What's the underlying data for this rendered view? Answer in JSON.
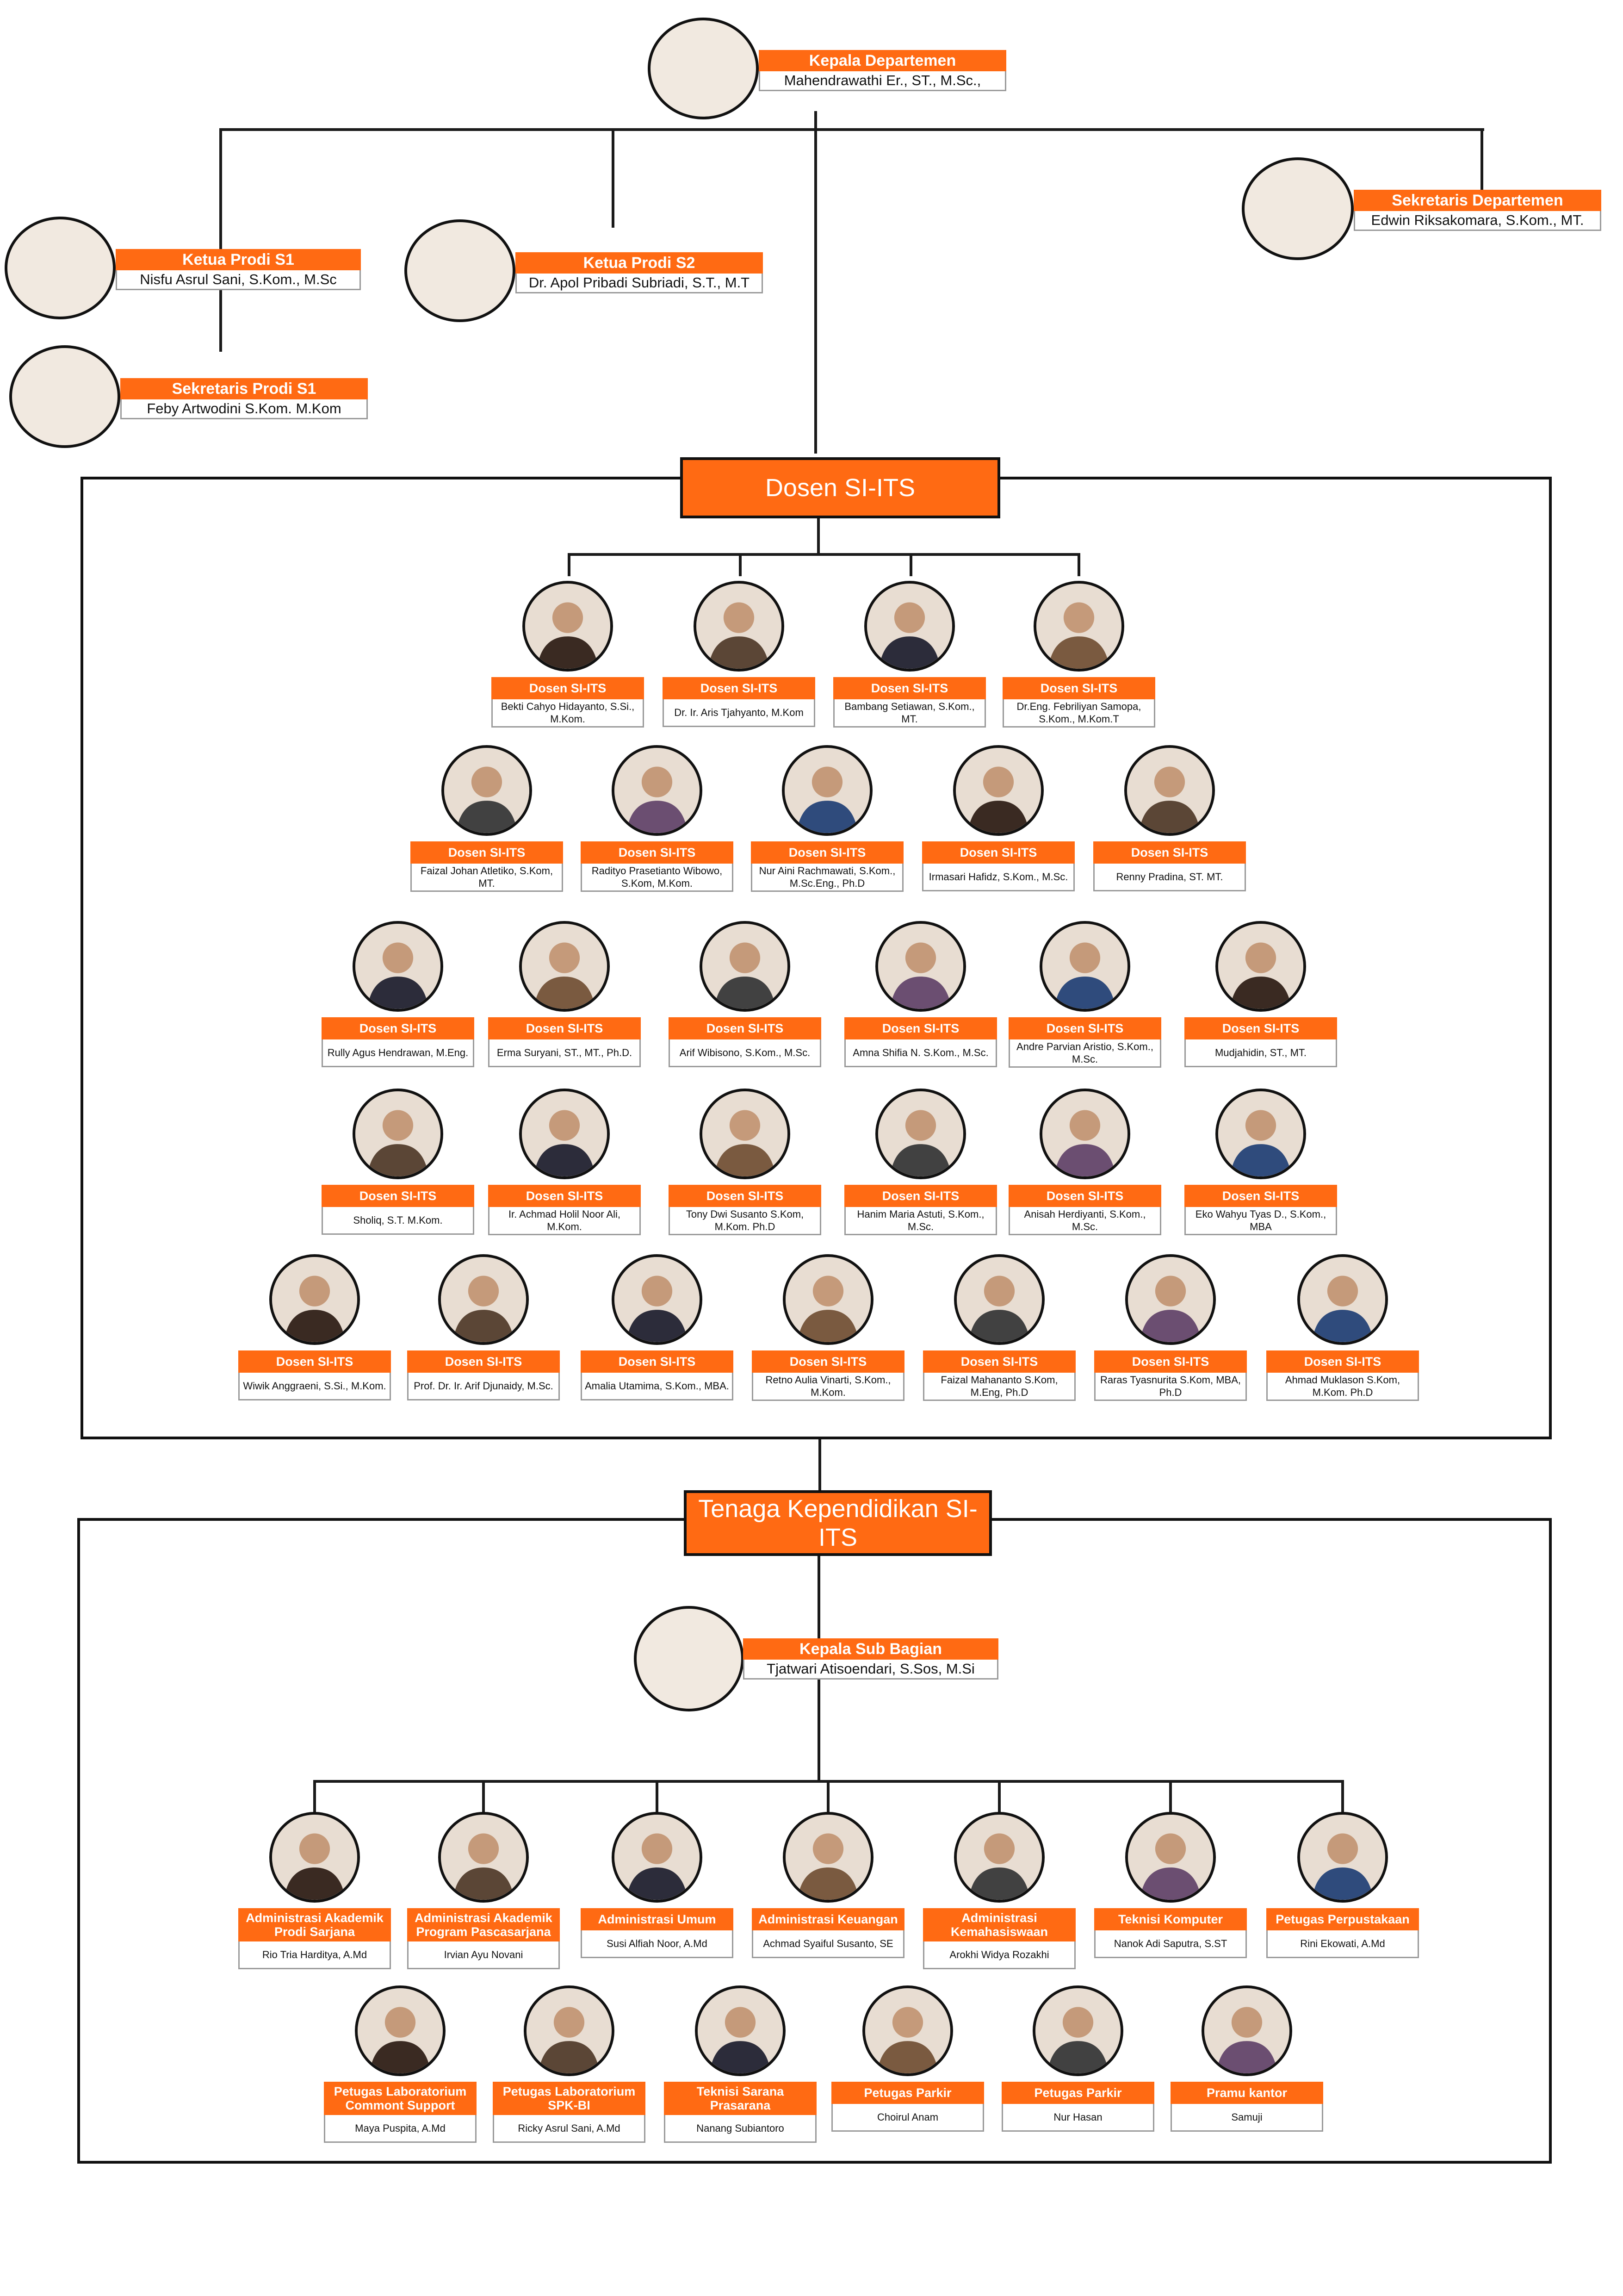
{
  "head": {
    "role": "Kepala Departemen",
    "name": "Mahendrawathi Er., ST., M.Sc.,"
  },
  "secretary": {
    "role": "Sekretaris Departemen",
    "name": "Edwin Riksakomara, S.Kom., MT."
  },
  "s1_head": {
    "role": "Ketua Prodi S1",
    "name": "Nisfu Asrul Sani, S.Kom., M.Sc"
  },
  "s1_secretary": {
    "role": "Sekretaris Prodi S1",
    "name": "Feby Artwodini S.Kom. M.Kom"
  },
  "s2_head": {
    "role": "Ketua Prodi S2",
    "name": "Dr. Apol Pribadi Subriadi, S.T., M.T"
  },
  "dosen_title": "Dosen SI-ITS",
  "staff_title": "Tenaga Kependidikan SI-ITS",
  "colors": {
    "accent": "#ff6a13",
    "line": "#1a1a1a"
  },
  "lecturers": [
    {
      "role": "Dosen SI-ITS",
      "name": "Bekti Cahyo Hidayanto, S.Si., M.Kom."
    },
    {
      "role": "Dosen SI-ITS",
      "name": "Dr. Ir. Aris Tjahyanto, M.Kom"
    },
    {
      "role": "Dosen SI-ITS",
      "name": "Bambang Setiawan, S.Kom., MT."
    },
    {
      "role": "Dosen SI-ITS",
      "name": "Dr.Eng. Febriliyan Samopa, S.Kom., M.Kom.T"
    },
    {
      "role": "Dosen SI-ITS",
      "name": "Faizal Johan Atletiko, S.Kom, MT."
    },
    {
      "role": "Dosen SI-ITS",
      "name": "Radityo Prasetianto Wibowo, S.Kom, M.Kom."
    },
    {
      "role": "Dosen SI-ITS",
      "name": "Nur Aini Rachmawati, S.Kom., M.Sc.Eng., Ph.D"
    },
    {
      "role": "Dosen SI-ITS",
      "name": "Irmasari Hafidz, S.Kom., M.Sc."
    },
    {
      "role": "Dosen SI-ITS",
      "name": "Renny Pradina, ST. MT."
    },
    {
      "role": "Dosen SI-ITS",
      "name": "Rully Agus Hendrawan, M.Eng."
    },
    {
      "role": "Dosen SI-ITS",
      "name": "Erma Suryani, ST., MT., Ph.D."
    },
    {
      "role": "Dosen SI-ITS",
      "name": "Arif Wibisono, S.Kom., M.Sc."
    },
    {
      "role": "Dosen SI-ITS",
      "name": "Amna Shifia N. S.Kom., M.Sc."
    },
    {
      "role": "Dosen SI-ITS",
      "name": "Andre Parvian Aristio, S.Kom., M.Sc."
    },
    {
      "role": "Dosen SI-ITS",
      "name": "Mudjahidin, ST., MT."
    },
    {
      "role": "Dosen SI-ITS",
      "name": "Sholiq, S.T. M.Kom."
    },
    {
      "role": "Dosen SI-ITS",
      "name": "Ir. Achmad Holil Noor Ali, M.Kom."
    },
    {
      "role": "Dosen SI-ITS",
      "name": "Tony Dwi Susanto S.Kom, M.Kom. Ph.D"
    },
    {
      "role": "Dosen SI-ITS",
      "name": "Hanim Maria Astuti, S.Kom., M.Sc."
    },
    {
      "role": "Dosen SI-ITS",
      "name": "Anisah Herdiyanti, S.Kom., M.Sc."
    },
    {
      "role": "Dosen SI-ITS",
      "name": "Eko Wahyu Tyas D., S.Kom., MBA"
    },
    {
      "role": "Dosen SI-ITS",
      "name": "Wiwik Anggraeni, S.Si., M.Kom."
    },
    {
      "role": "Dosen SI-ITS",
      "name": "Prof. Dr. Ir. Arif Djunaidy, M.Sc."
    },
    {
      "role": "Dosen SI-ITS",
      "name": "Amalia Utamima, S.Kom., MBA."
    },
    {
      "role": "Dosen SI-ITS",
      "name": "Retno Aulia Vinarti, S.Kom., M.Kom."
    },
    {
      "role": "Dosen SI-ITS",
      "name": "Faizal Mahananto S.Kom, M.Eng, Ph.D"
    },
    {
      "role": "Dosen SI-ITS",
      "name": "Raras Tyasnurita S.Kom, MBA, Ph.D"
    },
    {
      "role": "Dosen SI-ITS",
      "name": "Ahmad Muklason S.Kom, M.Kom. Ph.D"
    }
  ],
  "sub_head": {
    "role": "Kepala Sub Bagian",
    "name": "Tjatwari Atisoendari, S.Sos, M.Si"
  },
  "staff": [
    {
      "role": "Administrasi Akademik Prodi Sarjana",
      "name": "Rio Tria Harditya, A.Md"
    },
    {
      "role": "Administrasi Akademik Program Pascasarjana",
      "name": "Irvian Ayu Novani"
    },
    {
      "role": "Administrasi Umum",
      "name": "Susi Alfiah Noor, A.Md"
    },
    {
      "role": "Administrasi Keuangan",
      "name": "Achmad Syaiful Susanto, SE"
    },
    {
      "role": "Administrasi Kemahasiswaan",
      "name": "Arokhi Widya Rozakhi"
    },
    {
      "role": "Teknisi Komputer",
      "name": "Nanok Adi Saputra, S.ST"
    },
    {
      "role": "Petugas Perpustakaan",
      "name": "Rini Ekowati, A.Md"
    },
    {
      "role": "Petugas Laboratorium Commont Support",
      "name": "Maya Puspita, A.Md"
    },
    {
      "role": "Petugas Laboratorium SPK-BI",
      "name": "Ricky Asrul Sani, A.Md"
    },
    {
      "role": "Teknisi Sarana Prasarana",
      "name": "Nanang Subiantoro"
    },
    {
      "role": "Petugas Parkir",
      "name": "Choirul Anam"
    },
    {
      "role": "Petugas Parkir",
      "name": "Nur Hasan"
    },
    {
      "role": "Pramu kantor",
      "name": "Samuji"
    }
  ]
}
